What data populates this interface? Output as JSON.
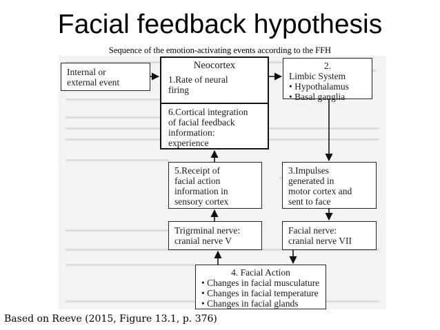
{
  "title": "Facial feedback hypothesis",
  "subtitle": "Sequence of the emotion-activating events according to the FFH",
  "credit": "Based on Reeve (2015, Figure 13.1, p. 376)",
  "diagram": {
    "event_box": {
      "text": "Internal or\nexternal event"
    },
    "neocortex_box": {
      "heading": "Neocortex",
      "step1": "1.Rate of neural\nfiring",
      "step6": "6.Cortical integration\nof facial feedback\ninformation:\nexperience"
    },
    "limbic_box": {
      "heading": "2.",
      "subheading": "Limbic System",
      "items": [
        "Hypothalamus",
        "Basal ganglia"
      ]
    },
    "receipt_box": {
      "text": "5.Receipt of\nfacial action\ninformation in\nsensory cortex"
    },
    "impulses_box": {
      "text": "3.Impulses\ngenerated in\nmotor cortex and\nsent to face"
    },
    "trigeminal_box": {
      "text": "Trigrminal nerve:\ncranial nerve V"
    },
    "facial_nerve_box": {
      "text": "Facial nerve:\ncranial nerve VII"
    },
    "facial_action_box": {
      "heading": "4. Facial Action",
      "items": [
        "Changes in facial musculature",
        "Changes in facial temperature",
        "Changes in facial glands"
      ]
    }
  }
}
